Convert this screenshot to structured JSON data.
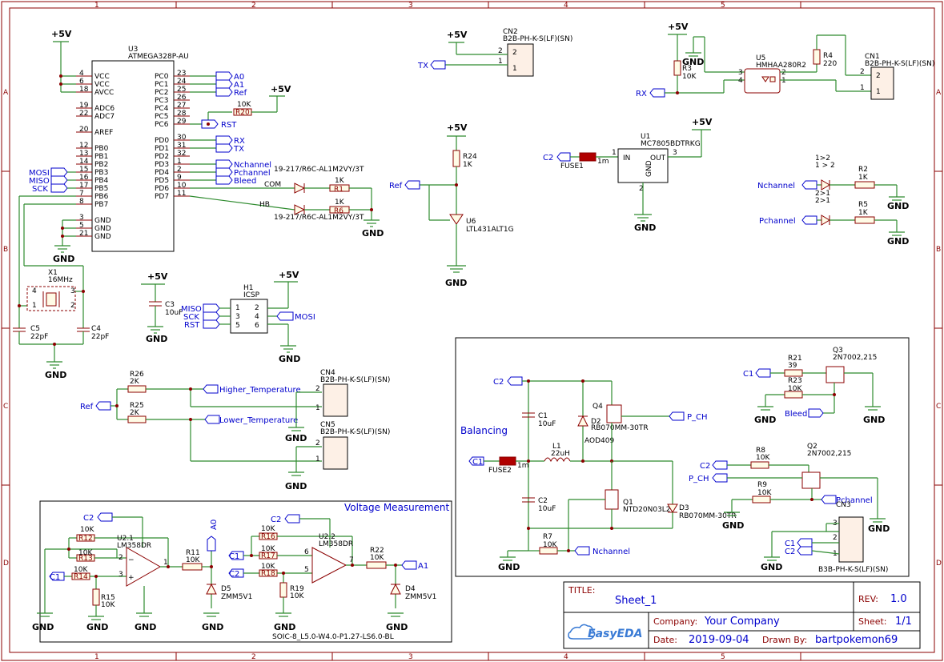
{
  "ruler": {
    "columns": [
      "1",
      "2",
      "3",
      "4",
      "5"
    ],
    "rows": [
      "A",
      "B",
      "C",
      "D"
    ]
  },
  "power": {
    "vcc": "+5V",
    "gnd": "GND"
  },
  "mcu": {
    "ref": "U3",
    "part": "ATMEGA328P-AU",
    "left_pins": [
      {
        "num": "4",
        "name": "VCC"
      },
      {
        "num": "6",
        "name": "VCC"
      },
      {
        "num": "18",
        "name": "AVCC"
      },
      {
        "num": "19",
        "name": "ADC6"
      },
      {
        "num": "22",
        "name": "ADC7"
      },
      {
        "num": "20",
        "name": "AREF"
      },
      {
        "num": "12",
        "name": "PB0"
      },
      {
        "num": "13",
        "name": "PB1"
      },
      {
        "num": "14",
        "name": "PB2"
      },
      {
        "num": "15",
        "name": "PB3"
      },
      {
        "num": "16",
        "name": "PB4"
      },
      {
        "num": "17",
        "name": "PB5"
      },
      {
        "num": "7",
        "name": "PB6"
      },
      {
        "num": "8",
        "name": "PB7"
      },
      {
        "num": "3",
        "name": "GND"
      },
      {
        "num": "5",
        "name": "GND"
      },
      {
        "num": "21",
        "name": "GND"
      }
    ],
    "right_pins": [
      {
        "num": "23",
        "name": "PC0"
      },
      {
        "num": "24",
        "name": "PC1"
      },
      {
        "num": "25",
        "name": "PC2"
      },
      {
        "num": "26",
        "name": "PC3"
      },
      {
        "num": "27",
        "name": "PC4"
      },
      {
        "num": "28",
        "name": "PC5"
      },
      {
        "num": "29",
        "name": "PC6"
      },
      {
        "num": "30",
        "name": "PD0"
      },
      {
        "num": "31",
        "name": "PD1"
      },
      {
        "num": "32",
        "name": "PD2"
      },
      {
        "num": "1",
        "name": "PD3"
      },
      {
        "num": "2",
        "name": "PD4"
      },
      {
        "num": "9",
        "name": "PD5"
      },
      {
        "num": "10",
        "name": "PD6"
      },
      {
        "num": "11",
        "name": "PD7"
      }
    ]
  },
  "netlabels": {
    "a0": "A0",
    "a1": "A1",
    "ref": "Ref",
    "rst": "RST",
    "rx": "RX",
    "tx": "TX",
    "nchannel": "Nchannel",
    "pchannel": "Pchannel",
    "bleed": "Bleed",
    "mosi": "MOSI",
    "miso": "MISO",
    "sck": "SCK",
    "c1": "C1",
    "c2": "C2",
    "p_ch": "P_CH",
    "higher_temp": "Higher_Temperature",
    "lower_temp": "Lower_Temperature",
    "com": "COM",
    "hb": "HB"
  },
  "parts": {
    "r20": {
      "ref": "R20",
      "value": "10K"
    },
    "r1": {
      "ref": "R1",
      "value": "1K"
    },
    "r6": {
      "ref": "R6",
      "value": "1K"
    },
    "led_com": "19-217/R6C-AL1M2VY/3T",
    "led_hb": "19-217/R6C-AL1M2VY/3T",
    "x1": {
      "ref": "X1",
      "value": "16MHz"
    },
    "c5": {
      "ref": "C5",
      "value": "22pF"
    },
    "c4": {
      "ref": "C4",
      "value": "22pF"
    },
    "c3": {
      "ref": "C3",
      "value": "10uF"
    },
    "h1": {
      "ref": "H1",
      "value": "ICSP"
    },
    "cn2": {
      "ref": "CN2",
      "value": "B2B-PH-K-S(LF)(SN)"
    },
    "r24": {
      "ref": "R24",
      "value": "1K"
    },
    "u6": {
      "ref": "U6",
      "value": "LTL431ALT1G"
    },
    "fuse1": {
      "ref": "FUSE1",
      "value": "1m"
    },
    "u1": {
      "ref": "U1",
      "value": "MC7805BDTRKG",
      "pin_in": "IN",
      "pin_out": "OUT",
      "pin_gnd": "GND"
    },
    "r3": {
      "ref": "R3",
      "value": "10K"
    },
    "u5": {
      "ref": "U5",
      "value": "HMHAA280R2"
    },
    "r4": {
      "ref": "R4",
      "value": "220"
    },
    "cn1": {
      "ref": "CN1",
      "value": "B2B-PH-K-S(LF)(SN)"
    },
    "r2": {
      "ref": "R2",
      "value": "1K"
    },
    "r5": {
      "ref": "R5",
      "value": "1K"
    },
    "r26": {
      "ref": "R26",
      "value": "2K"
    },
    "r25": {
      "ref": "R25",
      "value": "2K"
    },
    "cn4": {
      "ref": "CN4",
      "value": "B2B-PH-K-S(LF)(SN)"
    },
    "cn5": {
      "ref": "CN5",
      "value": "B2B-PH-K-S(LF)(SN)"
    },
    "c1": {
      "ref": "C1",
      "value": "10uF"
    },
    "c2": {
      "ref": "C2",
      "value": "10uF"
    },
    "l1": {
      "ref": "L1",
      "value": "22uH"
    },
    "fuse2": {
      "ref": "FUSE2",
      "value": "1m"
    },
    "d2": {
      "ref": "D2",
      "value": "AOD409"
    },
    "q4": {
      "ref": "Q4",
      "value": "RB070MM-30TR"
    },
    "q1": {
      "ref": "Q1",
      "value": "NTD20N03L27"
    },
    "d3": {
      "ref": "D3",
      "value": "RB070MM-30TR"
    },
    "r7": {
      "ref": "R7",
      "value": "10K"
    },
    "r21": {
      "ref": "R21",
      "value": "39"
    },
    "r23": {
      "ref": "R23",
      "value": "10K"
    },
    "q3": {
      "ref": "Q3",
      "value": "2N7002,215"
    },
    "r8": {
      "ref": "R8",
      "value": "10K"
    },
    "r9": {
      "ref": "R9",
      "value": "10K"
    },
    "q2": {
      "ref": "Q2",
      "value": "2N7002,215"
    },
    "cn3": {
      "ref": "CN3",
      "value": "B3B-PH-K-S(LF)(SN)"
    },
    "r12": {
      "ref": "R12",
      "value": "10K"
    },
    "r13": {
      "ref": "R13",
      "value": "10K"
    },
    "r14": {
      "ref": "R14",
      "value": "10K"
    },
    "r15": {
      "ref": "R15",
      "value": "10K"
    },
    "u2_1": {
      "ref": "U2.1",
      "value": "LM358DR"
    },
    "r11": {
      "ref": "R11",
      "value": "10K"
    },
    "d5": {
      "ref": "D5",
      "value": "ZMM5V1"
    },
    "r16": {
      "ref": "R16",
      "value": "10K"
    },
    "r17": {
      "ref": "R17",
      "value": "10K"
    },
    "r18": {
      "ref": "R18",
      "value": "10K"
    },
    "r19": {
      "ref": "R19",
      "value": "10K"
    },
    "u2_2": {
      "ref": "U2.2",
      "value": "LM358DR"
    },
    "r22": {
      "ref": "R22",
      "value": "10K"
    },
    "d4": {
      "ref": "D4",
      "value": "ZMM5V1"
    }
  },
  "sections": {
    "balancing": "Balancing",
    "voltage": "Voltage Measurement",
    "footprint": "SOIC-8_L5.0-W4.0-P1.27-LS6.0-BL"
  },
  "titleblock": {
    "title_label": "TITLE:",
    "title": "Sheet_1",
    "rev_label": "REV:",
    "rev": "1.0",
    "company_label": "Company:",
    "company": "Your Company",
    "sheet_label": "Sheet:",
    "sheet": "1/1",
    "date_label": "Date:",
    "date": "2019-09-04",
    "drawn_label": "Drawn By:",
    "drawn": "bartpokemon69",
    "brand": "EasyEDA"
  }
}
